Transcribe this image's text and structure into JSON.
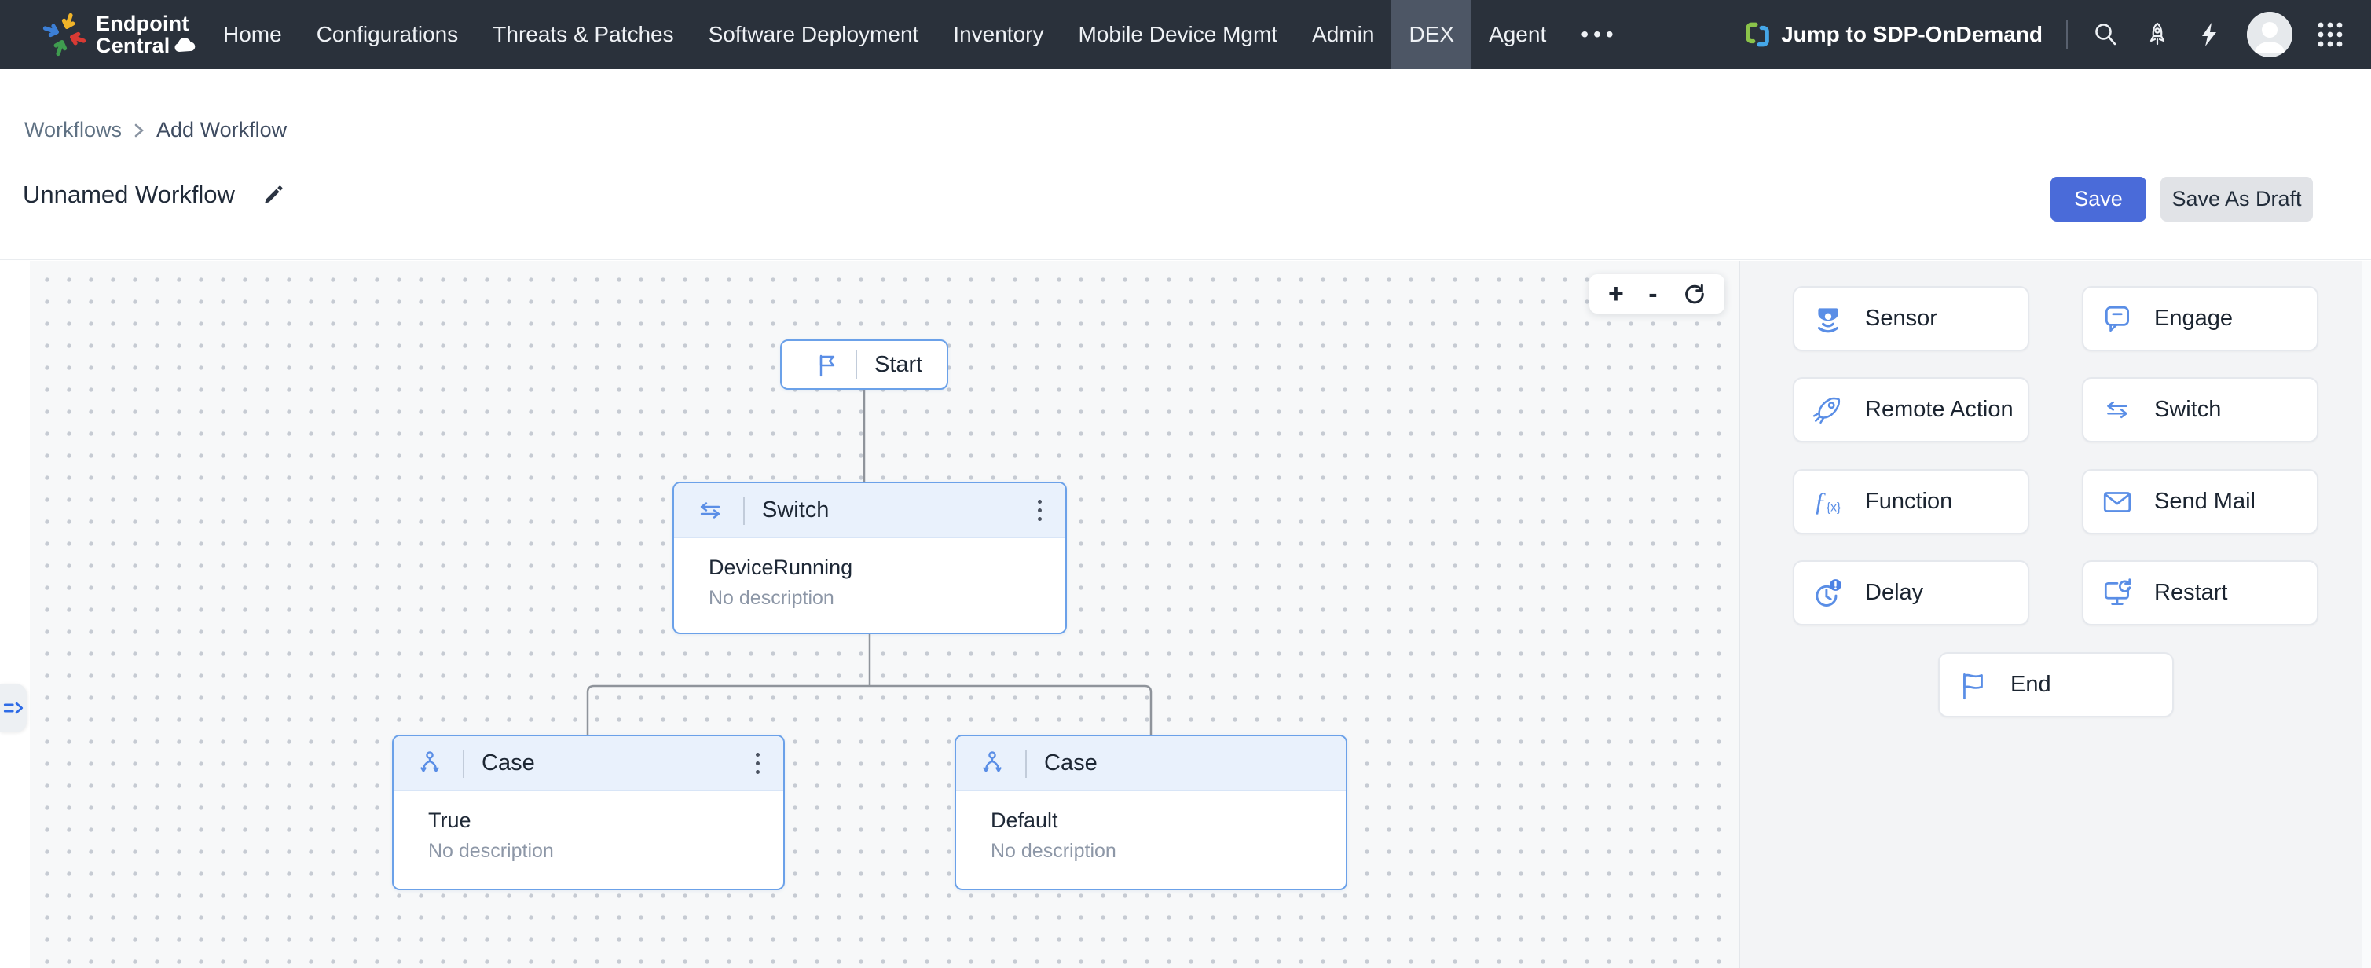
{
  "nav": {
    "brand_line1": "Endpoint",
    "brand_line2": "Central",
    "items": [
      {
        "label": "Home",
        "active": false
      },
      {
        "label": "Configurations",
        "active": false
      },
      {
        "label": "Threats & Patches",
        "active": false
      },
      {
        "label": "Software Deployment",
        "active": false
      },
      {
        "label": "Inventory",
        "active": false
      },
      {
        "label": "Mobile Device Mgmt",
        "active": false
      },
      {
        "label": "Admin",
        "active": false
      },
      {
        "label": "DEX",
        "active": true
      },
      {
        "label": "Agent",
        "active": false
      }
    ],
    "overflow_label": "•••",
    "jump_link_label": "Jump to SDP-OnDemand"
  },
  "breadcrumb": {
    "root": "Workflows",
    "current": "Add Workflow"
  },
  "header": {
    "title": "Unnamed Workflow",
    "save_label": "Save",
    "save_as_draft_label": "Save As Draft"
  },
  "canvas": {
    "zoom_in_label": "+",
    "zoom_out_label": "-",
    "nodes": {
      "start": {
        "title": "Start"
      },
      "switch": {
        "title": "Switch",
        "name": "DeviceRunning",
        "description": "No description"
      },
      "case_true": {
        "title": "Case",
        "name": "True",
        "description": "No description"
      },
      "case_default": {
        "title": "Case",
        "name": "Default",
        "description": "No description"
      }
    }
  },
  "palette": {
    "items": [
      {
        "label": "Sensor"
      },
      {
        "label": "Engage"
      },
      {
        "label": "Remote Action"
      },
      {
        "label": "Switch"
      },
      {
        "label": "Function"
      },
      {
        "label": "Send Mail"
      },
      {
        "label": "Delay"
      },
      {
        "label": "Restart"
      },
      {
        "label": "End"
      }
    ]
  },
  "colors": {
    "accent": "#4a6bd9",
    "navbar_bg": "#2a313b",
    "active_tab_bg": "#4d5665",
    "node_border": "#6ba1e9",
    "icon_blue": "#5a8ee6",
    "canvas_bg": "#f7f8f9"
  }
}
